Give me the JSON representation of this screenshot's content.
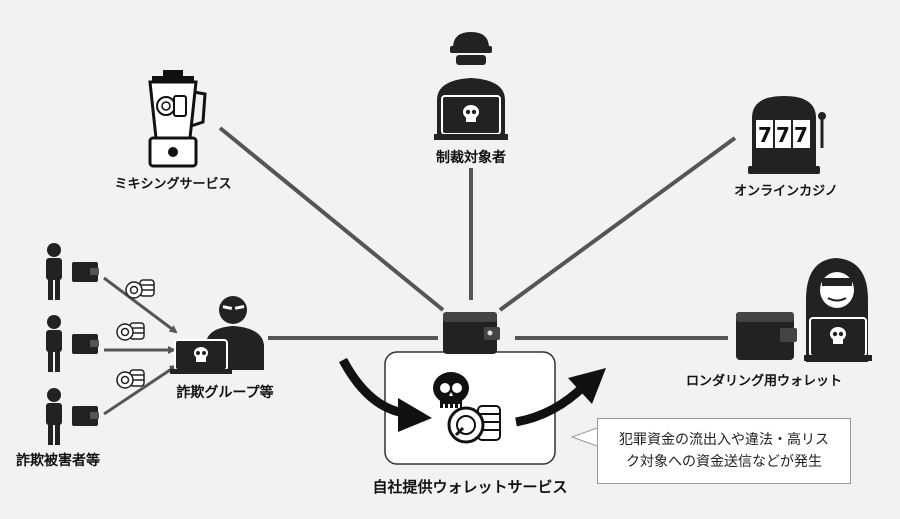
{
  "nodes": {
    "mixing": "ミキシングサービス",
    "sanctioned": "制裁対象者",
    "casino": "オンラインカジノ",
    "fraud_group": "詐欺グループ等",
    "victims": "詐欺被害者等",
    "laundering": "ロンダリング用ウォレット",
    "own_service": "自社提供ウォレットサービス"
  },
  "callout": {
    "line1": "犯罪資金の流出入や違法・高リス",
    "line2": "ク対象への資金送信などが発生"
  },
  "casino_reels": [
    "7",
    "7",
    "7"
  ]
}
